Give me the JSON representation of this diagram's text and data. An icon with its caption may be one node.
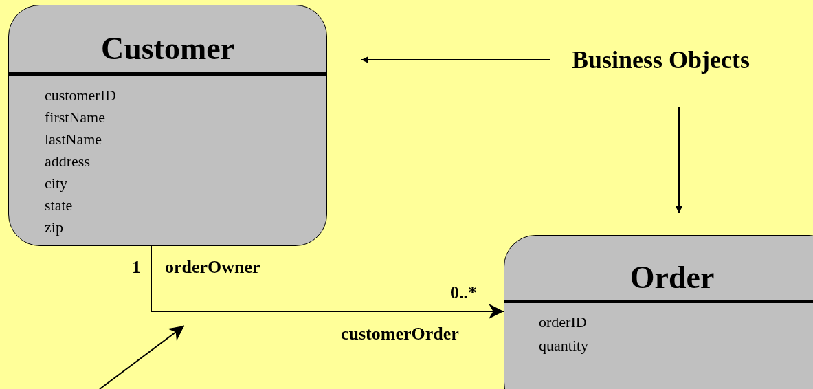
{
  "diagram": {
    "nodes": [
      {
        "text": [
          "Customer",
          "customerID",
          "firstName",
          "lastName",
          "address",
          "city",
          "state",
          "zip"
        ]
      },
      {
        "text": [
          "Business Objects"
        ]
      },
      {
        "text": [
          "Order",
          "orderID",
          "quantity"
        ]
      }
    ],
    "edges": [
      {
        "from": 1,
        "to": 0,
        "arrow": "to"
      },
      {
        "from": 1,
        "to": 2,
        "arrow": "to"
      },
      {
        "from": 0,
        "to": 2,
        "arrow": "to"
      }
    ],
    "labels": [
      "1",
      "orderOwner",
      "0..*",
      "customerOrder"
    ]
  }
}
